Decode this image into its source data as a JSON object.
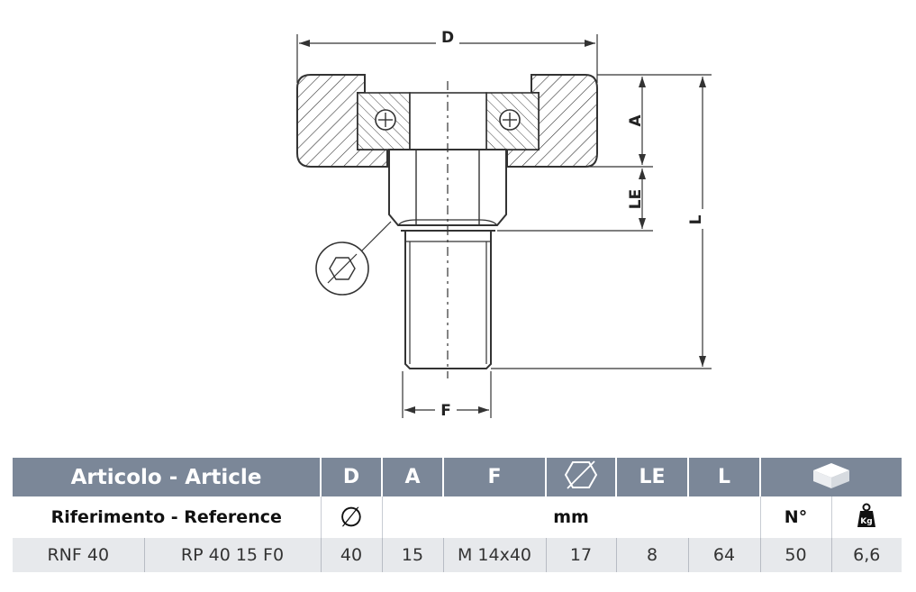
{
  "drawing": {
    "labels": {
      "d": "D",
      "a": "A",
      "le": "LE",
      "l": "L",
      "f": "F"
    }
  },
  "table": {
    "header": {
      "article": "Articolo - Article",
      "d": "D",
      "a": "A",
      "f": "F",
      "hex_icon": "hex-icon",
      "le": "LE",
      "l": "L",
      "box_icon": "box-icon"
    },
    "subheader": {
      "reference": "Riferimento - Reference",
      "diameter_symbol": "∅",
      "unit": "mm",
      "count": "N°",
      "weight_label": "Kg"
    },
    "rows": [
      {
        "article": "RNF 40",
        "reference": "RP 40 15 F0",
        "d": "40",
        "a": "15",
        "f": "M 14x40",
        "hex": "17",
        "le": "8",
        "l": "64",
        "n": "50",
        "kg": "6,6"
      }
    ]
  }
}
